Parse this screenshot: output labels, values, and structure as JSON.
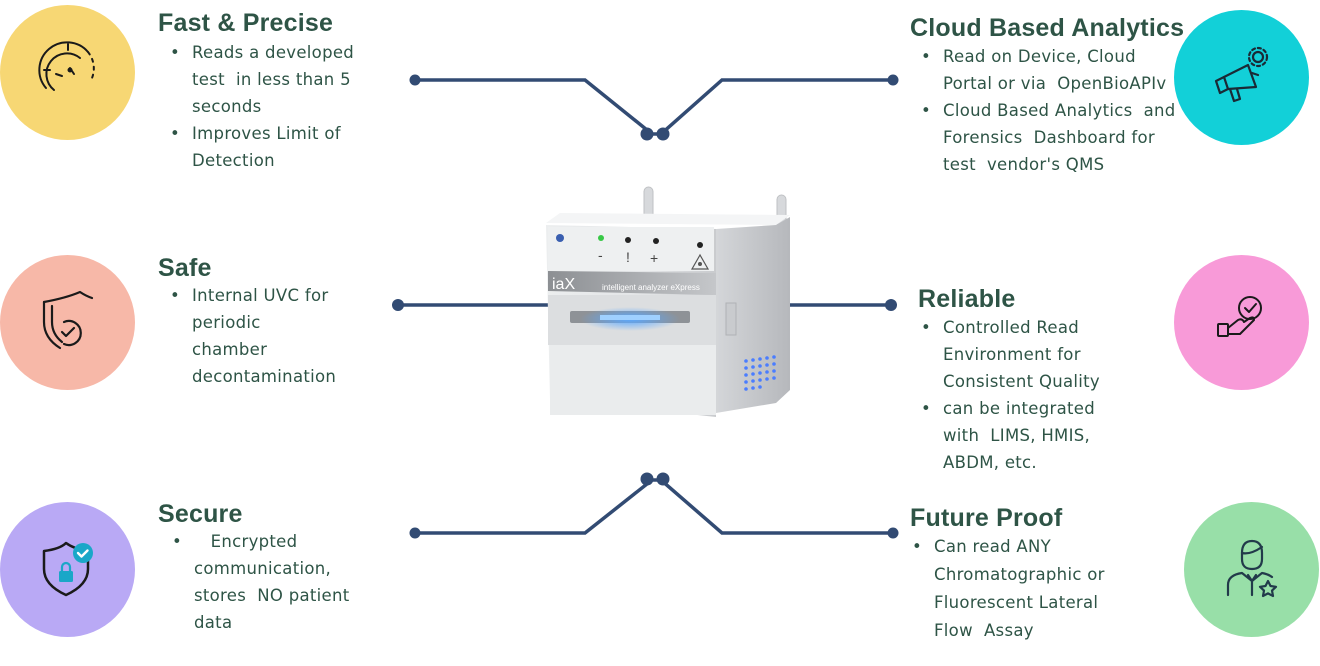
{
  "features": {
    "fast": {
      "title": "Fast & Precise",
      "bullets": [
        "Reads a developed\ntest  in less than 5\nseconds",
        "Improves Limit of\nDetection"
      ],
      "icon": "speedometer-icon",
      "color": "#f7d774"
    },
    "safe": {
      "title": "Safe",
      "bullets": [
        "Internal UVC for\nperiodic\nchamber\ndecontamination"
      ],
      "icon": "shield-check-icon",
      "color": "#f7b8a8"
    },
    "secure": {
      "title": "Secure",
      "bullets": [
        "   Encrypted\ncommunication,\nstores  NO patient\ndata"
      ],
      "icon": "secure-shield-lock-icon",
      "color": "#b9a9f5"
    },
    "cloud": {
      "title": "Cloud Based Analytics",
      "bullets": [
        "Read on Device, Cloud\nPortal or via  OpenBioAPIv",
        "Cloud Based Analytics  and\nForensics  Dashboard for\ntest  vendor's QMS"
      ],
      "icon": "megaphone-gear-icon",
      "color": "#12d0d8"
    },
    "reliable": {
      "title": "Reliable",
      "bullets": [
        "Controlled Read\nEnvironment for\nConsistent Quality",
        "can be integrated\nwith  LIMS, HMIS,\nABDM, etc."
      ],
      "icon": "hand-check-icon",
      "color": "#f89ad8"
    },
    "future": {
      "title": "Future Proof",
      "bullets": [
        "Can read ANY\nChromatographic or\nFluorescent Lateral\nFlow  Assay"
      ],
      "icon": "person-star-icon",
      "color": "#98dfa8"
    }
  },
  "device": {
    "brand": "iaX",
    "tagline": "intelligent analyzer eXpress",
    "status_labels": [
      "-",
      "!",
      "+"
    ]
  },
  "colors": {
    "connector": "#324b73",
    "heading": "#2e5446"
  }
}
